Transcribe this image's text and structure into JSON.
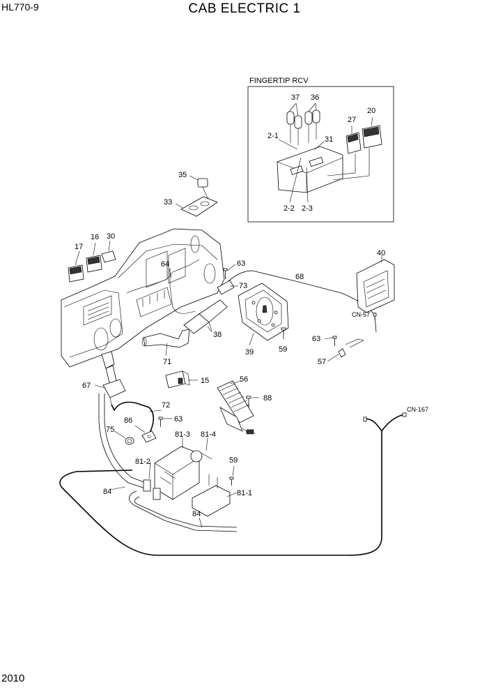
{
  "header": {
    "model": "HL770-9",
    "title": "CAB ELECTRIC 1"
  },
  "footer": {
    "page_number": "2010"
  },
  "inset": {
    "title": "FINGERTIP RCV"
  },
  "connectors": {
    "cn57": "CN-57",
    "cn167": "CN-167"
  },
  "callouts": {
    "p37": "37",
    "p36": "36",
    "p20": "20",
    "p27": "27",
    "p2_1": "2-1",
    "p31": "31",
    "p2_2": "2-2",
    "p2_3": "2-3",
    "p35": "35",
    "p33": "33",
    "p17": "17",
    "p16": "16",
    "p30": "30",
    "p64": "64",
    "p63a": "63",
    "p68": "68",
    "p40": "40",
    "p73": "73",
    "p38": "38",
    "p39": "39",
    "p59a": "59",
    "p63b": "63",
    "p57": "57",
    "p71": "71",
    "p15": "15",
    "p67": "67",
    "p56": "56",
    "p88": "88",
    "p72": "72",
    "p86": "86",
    "p63c": "63",
    "p75": "75",
    "p81_3": "81-3",
    "p81_4": "81-4",
    "p81_2": "81-2",
    "p59b": "59",
    "p84a": "84",
    "p81_1": "81-1",
    "p84b": "84"
  }
}
